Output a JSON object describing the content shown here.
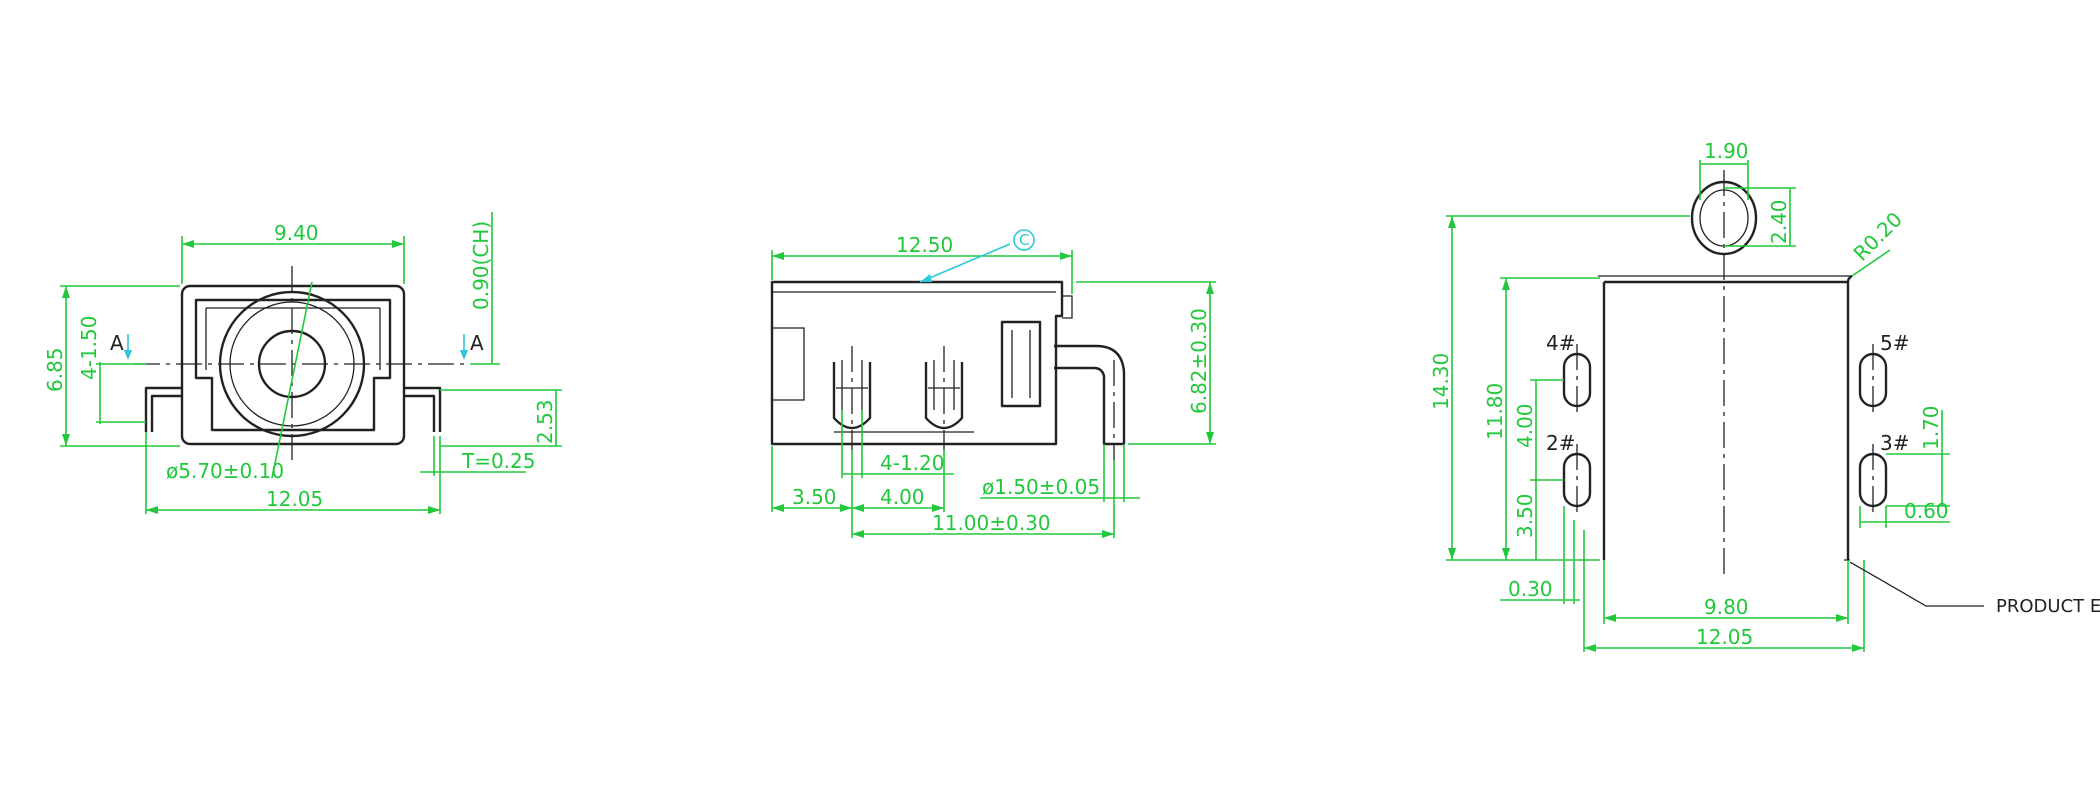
{
  "front_view": {
    "width_top": "9.40",
    "height_left": "6.85",
    "slot_count": "4-1.50",
    "chamfer": "0.90(CH)",
    "section_left": "A",
    "section_right": "A",
    "leg_height": "2.53",
    "thickness": "T=0.25",
    "hole_diameter": "ø5.70±0.10",
    "width_bottom": "12.05"
  },
  "side_view": {
    "length_top": "12.50",
    "callout_symbol": "C",
    "height_right": "6.82±0.30",
    "pin_width": "4-1.20",
    "pin_diameter": "ø1.50±0.05",
    "offset_left": "3.50",
    "pitch": "4.00",
    "span": "11.00±0.30"
  },
  "bottom_view": {
    "tube_width": "1.90",
    "tube_height": "2.40",
    "radius": "R0.20",
    "total_height": "14.30",
    "body_height": "11.80",
    "pin_4": "4#",
    "pin_5": "5#",
    "pin_2": "2#",
    "pin_3": "3#",
    "slot_pitch": "4.00",
    "slot_spacing": "1.70",
    "bottom_offset": "3.50",
    "slot_width": "0.60",
    "edge_offset": "0.30",
    "inner_width": "9.80",
    "outer_width": "12.05",
    "edge_label": "PRODUCT EDGE"
  }
}
